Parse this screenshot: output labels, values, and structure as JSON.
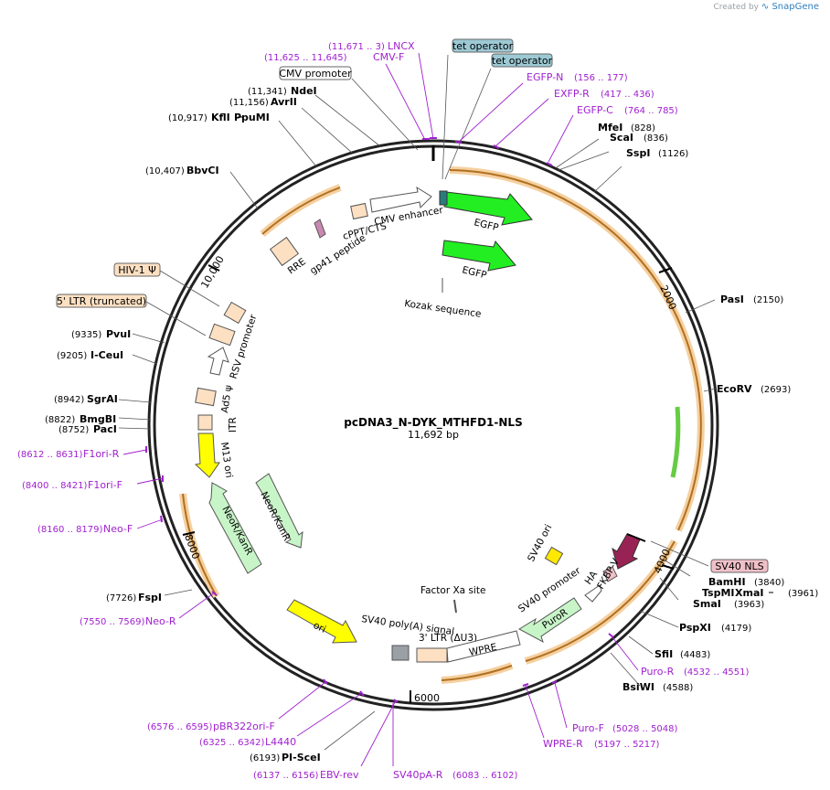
{
  "credit": {
    "prefix": "Created by",
    "brand": "SnapGene"
  },
  "plasmid": {
    "name": "pcDNA3_N-DYK_MTHFD1-NLS",
    "size": "11,692 bp"
  },
  "ticks": [
    "2000",
    "4000",
    "6000",
    "8000",
    "10,000"
  ],
  "sites": [
    {
      "id": "ndei",
      "name": "NdeI",
      "pos": "(11,341)"
    },
    {
      "id": "avrii",
      "name": "AvrII",
      "pos": "(11,156)"
    },
    {
      "id": "kfli",
      "name": "KflI",
      "pos": "(10,917)",
      "extra": "PpuMI"
    },
    {
      "id": "bbvci",
      "name": "BbvCI",
      "pos": "(10,407)"
    },
    {
      "id": "pvui",
      "name": "PvuI",
      "pos": "(9335)"
    },
    {
      "id": "iceui",
      "name": "I-CeuI",
      "pos": "(9205)"
    },
    {
      "id": "sgrai",
      "name": "SgrAI",
      "pos": "(8942)"
    },
    {
      "id": "bmgbi",
      "name": "BmgBI",
      "pos": "(8822)"
    },
    {
      "id": "paci",
      "name": "PacI",
      "pos": "(8752)"
    },
    {
      "id": "fspi",
      "name": "FspI",
      "pos": "(7726)"
    },
    {
      "id": "piscei",
      "name": "PI-SceI",
      "pos": "(6193)"
    },
    {
      "id": "mfei",
      "name": "MfeI",
      "pos": "(828)"
    },
    {
      "id": "scai",
      "name": "ScaI",
      "pos": "(836)"
    },
    {
      "id": "sspi",
      "name": "SspI",
      "pos": "(1126)"
    },
    {
      "id": "pasi",
      "name": "PasI",
      "pos": "(2150)"
    },
    {
      "id": "ecorv",
      "name": "EcoRV",
      "pos": "(2693)"
    },
    {
      "id": "bamhi",
      "name": "BamHI",
      "pos": "(3840)"
    },
    {
      "id": "tspmi",
      "name": "TspMI",
      "pos": "(3961)",
      "extra": "XmaI"
    },
    {
      "id": "smai",
      "name": "SmaI",
      "pos": "(3963)"
    },
    {
      "id": "pspxi",
      "name": "PspXI",
      "pos": "(4179)"
    },
    {
      "id": "sfii",
      "name": "SfiI",
      "pos": "(4483)"
    },
    {
      "id": "bsiwi",
      "name": "BsiWI",
      "pos": "(4588)"
    }
  ],
  "primers": [
    {
      "id": "lncx",
      "name": "LNCX",
      "pos": "(11,671 .. 3)"
    },
    {
      "id": "cmvf",
      "name": "CMV-F",
      "pos": "(11,625 .. 11,645)"
    },
    {
      "id": "egfpn",
      "name": "EGFP-N",
      "pos": "(156 .. 177)"
    },
    {
      "id": "exfpr",
      "name": "EXFP-R",
      "pos": "(417 .. 436)"
    },
    {
      "id": "egfpc",
      "name": "EGFP-C",
      "pos": "(764 .. 785)"
    },
    {
      "id": "f1orir",
      "name": "F1ori-R",
      "pos": "(8612 .. 8631)"
    },
    {
      "id": "f1orif",
      "name": "F1ori-F",
      "pos": "(8400 .. 8421)"
    },
    {
      "id": "neof",
      "name": "Neo-F",
      "pos": "(8160 .. 8179)"
    },
    {
      "id": "neor",
      "name": "Neo-R",
      "pos": "(7550 .. 7569)"
    },
    {
      "id": "pbr",
      "name": "pBR322ori-F",
      "pos": "(6576 .. 6595)"
    },
    {
      "id": "l4440",
      "name": "L4440",
      "pos": "(6325 .. 6342)"
    },
    {
      "id": "ebvrev",
      "name": "EBV-rev",
      "pos": "(6137 .. 6156)"
    },
    {
      "id": "sv40par",
      "name": "SV40pA-R",
      "pos": "(6083 .. 6102)"
    },
    {
      "id": "purof",
      "name": "Puro-F",
      "pos": "(5028 .. 5048)"
    },
    {
      "id": "wprer",
      "name": "WPRE-R",
      "pos": "(5197 .. 5217)"
    },
    {
      "id": "puror",
      "name": "Puro-R",
      "pos": "(4532 .. 4551)"
    }
  ],
  "boxed": {
    "cmv_promoter": "CMV promoter",
    "tet1": "tet operator",
    "tet2": "tet operator",
    "hiv": "HIV-1 Ψ",
    "ltr5": "5' LTR (truncated)",
    "sv40nls": "SV40 NLS"
  },
  "features": {
    "egfp1": "EGFP",
    "egfp2": "EGFP",
    "kozak": "Kozak sequence",
    "cmv_enh": "CMV enhancer",
    "cppt": "cPPT/CTS",
    "gp41": "gp41 peptide",
    "rre": "RRE",
    "rsv": "RSV promoter",
    "ad5": "Ad5 ψ",
    "itr": "ITR",
    "m13": "M13 ori",
    "neokan1": "NeoR/KanR",
    "neokan2": "NeoR/KanR",
    "ori": "ori",
    "sv40ori": "SV40 ori",
    "ha": "HA",
    "fkbp": "FKBP-V",
    "sv40prom": "SV40 promoter",
    "factorxa": "Factor Xa site",
    "puror": "PuroR",
    "sv40pa": "SV40 poly(A) signal",
    "ltr3": "3' LTR (ΔU3)",
    "wpre": "WPRE"
  },
  "colors": {
    "backbone": "#222222",
    "egfp": "#22ee22",
    "neo": "#c8f5c8",
    "ori": "#ffff00",
    "fkbp": "#992255",
    "orf": "#f5c890",
    "ltr": "#fde0c2",
    "primer": "#a020d0",
    "tet": "#9cc9d4",
    "nls": "#f0c0c8",
    "sv40ori": "#ffe800"
  }
}
